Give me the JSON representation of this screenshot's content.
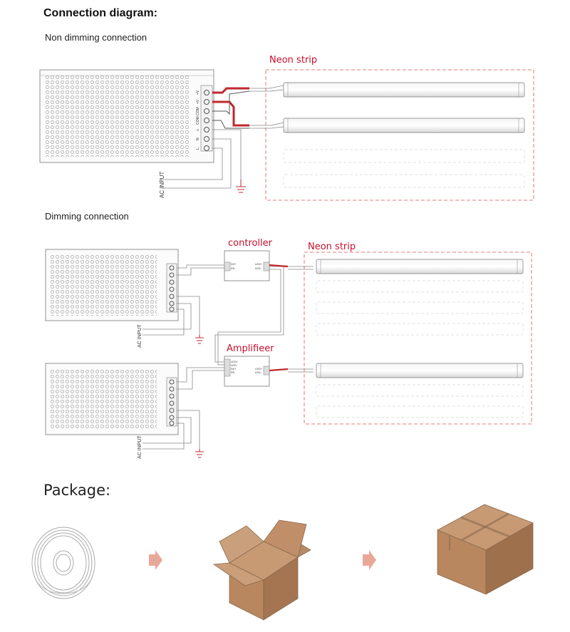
{
  "diagram": {
    "title": "Connection diagram:",
    "non_dimming": {
      "heading": "Non dimming connection",
      "strip_label": "Neon strip",
      "terminals": [
        "+V",
        "+V",
        "COM",
        "COM",
        "⏚",
        "N",
        "L"
      ],
      "ac_input": "AC INPUT"
    },
    "dimming": {
      "heading": "Dimming connection",
      "controller_label": "controller",
      "amplifier_label": "Amplifieer",
      "strip_label": "Neon strip",
      "ac_input_top": "AC INPUT",
      "ac_input_bottom": "AC INPUT",
      "controller_ports": [
        "D0+",
        "D0-",
        "LED+",
        "LED-"
      ],
      "amplifier_ports": [
        "LED+",
        "LED-",
        "D0+",
        "D0-",
        "LED+",
        "LED-"
      ]
    }
  },
  "package": {
    "title": "Package:",
    "steps": [
      "coiled neon strip",
      "open carton box",
      "sealed carton box"
    ]
  },
  "colors": {
    "accent_red": "#c8102e",
    "wire_red": "#c0272d",
    "line_gray": "#888888",
    "box_brown": "#b98b6a",
    "arrow_pink": "#e8a898"
  }
}
